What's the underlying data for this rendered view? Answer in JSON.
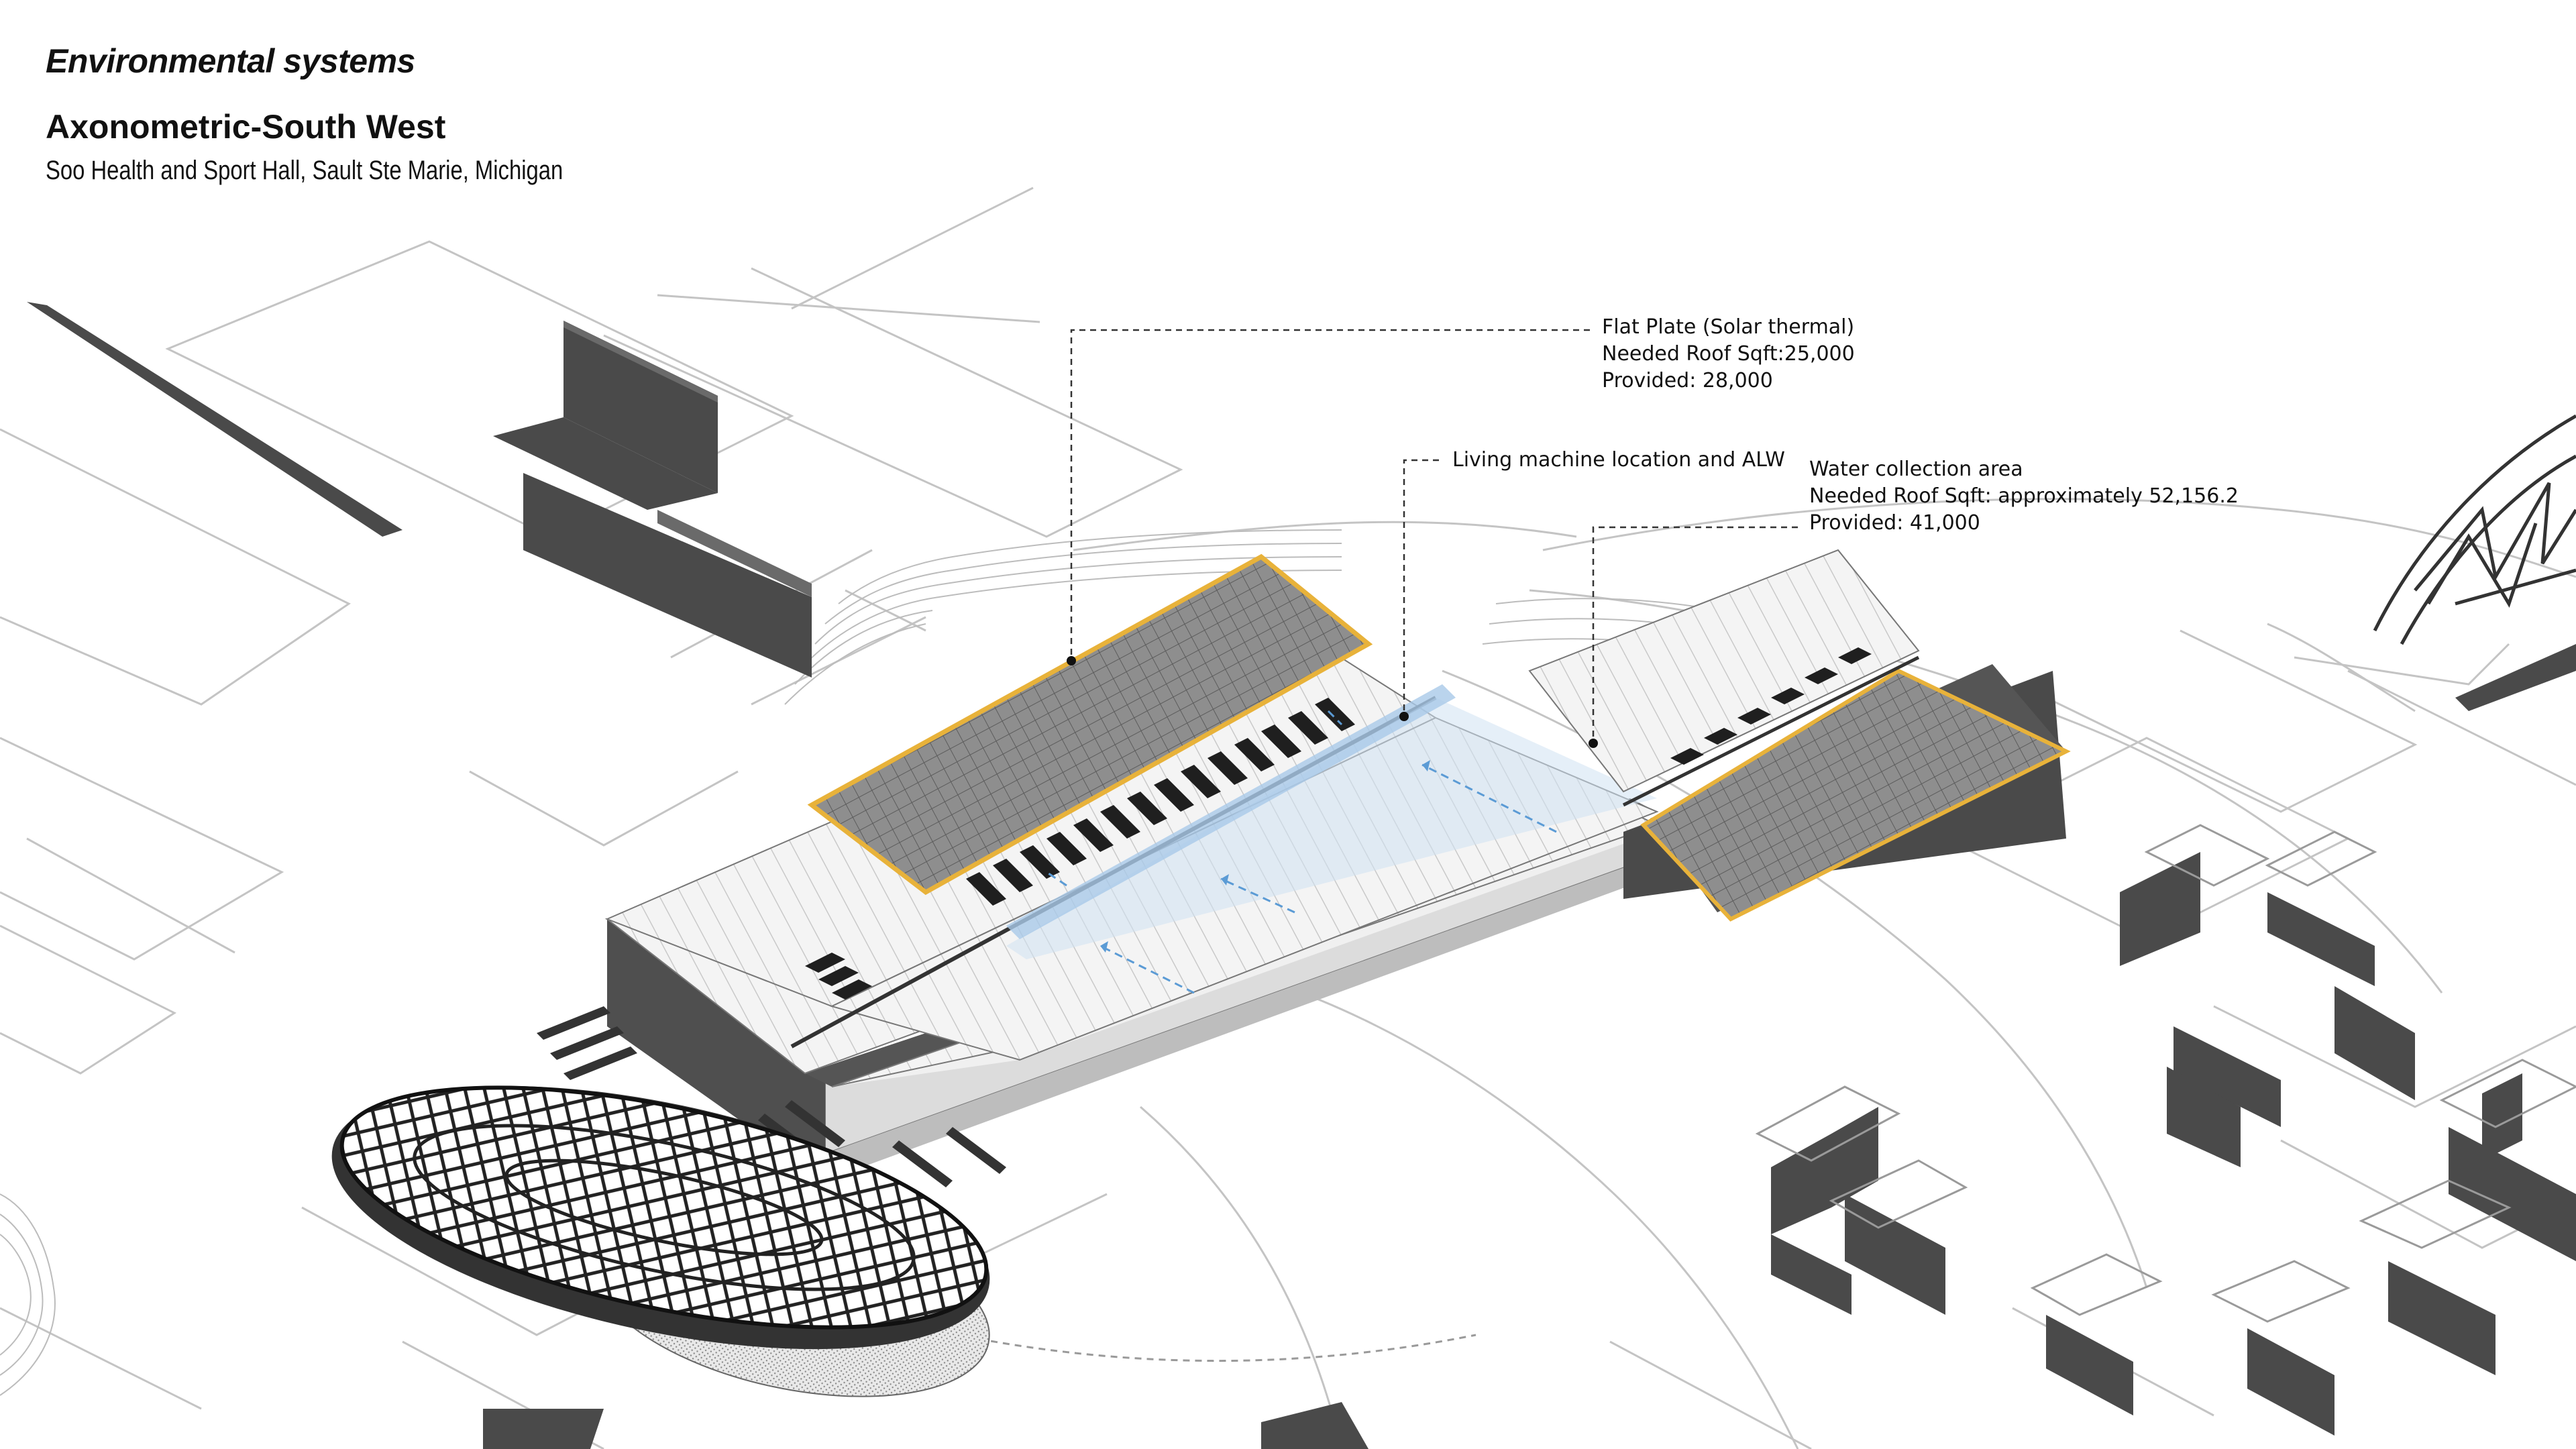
{
  "header": {
    "section": "Environmental systems",
    "view": "Axonometric-South West",
    "project": "Soo Health and Sport Hall, Sault Ste Marie, Michigan"
  },
  "callouts": {
    "solar": {
      "line1": "Flat Plate (Solar thermal)",
      "line2": "Needed Roof Sqft:25,000",
      "line3": "Provided: 28,000"
    },
    "living": {
      "line1": "Living machine location and ALW"
    },
    "water": {
      "line1": "Water collection area",
      "line2": "Needed Roof Sqft: approximately 52,156.2",
      "line3": "Provided: 41,000"
    }
  },
  "colors": {
    "solar_outline": "#e8b23a",
    "water_tint": "#cfe2f3",
    "flow_arrow": "#5b9bd5",
    "shadow": "#4a4a4a",
    "linework": "#bdbdbd"
  }
}
